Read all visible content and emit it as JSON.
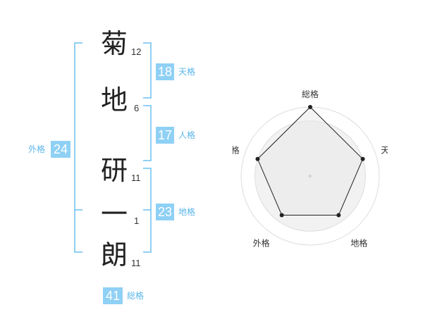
{
  "name": {
    "chars": [
      {
        "char": "菊",
        "strokes": "12"
      },
      {
        "char": "地",
        "strokes": "6"
      },
      {
        "char": "研",
        "strokes": "11"
      },
      {
        "char": "一",
        "strokes": "1"
      },
      {
        "char": "朗",
        "strokes": "11"
      }
    ]
  },
  "fortunes": {
    "tenkaku": {
      "value": "18",
      "label": "天格"
    },
    "jinkaku": {
      "value": "17",
      "label": "人格"
    },
    "chikaku": {
      "value": "23",
      "label": "地格"
    },
    "gaikaku": {
      "value": "24",
      "label": "外格"
    },
    "soukaku": {
      "value": "41",
      "label": "総格"
    }
  },
  "colors": {
    "accent": "#8fd0f5",
    "accent_text": "#5bb6ea",
    "bracket": "#6cc0f0"
  },
  "chart_data": {
    "type": "radar",
    "axes": [
      "総格",
      "天格",
      "地格",
      "外格",
      "人格"
    ],
    "values": [
      1.0,
      0.8,
      0.7,
      0.7,
      0.8
    ],
    "grid_rings": 4
  }
}
